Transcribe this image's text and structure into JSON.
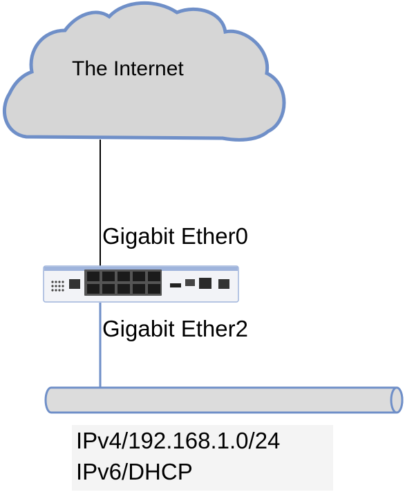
{
  "cloud": {
    "label": "The Internet",
    "fill_color": "#d6d6d6",
    "stroke_color": "#6f8fc8"
  },
  "router": {
    "upstream_port": "Gigabit Ether0",
    "downstream_port": "Gigabit Ether2",
    "body_color": "#f2f3f7",
    "trim_color": "#9fb4dc"
  },
  "network": {
    "ipv4": "IPv4/192.168.1.0/24",
    "ipv6": "IPv6/DHCP",
    "pipe_fill": "#dcdcdc",
    "pipe_stroke": "#6f8fc8"
  },
  "links": {
    "upstream_color": "#000000",
    "downstream_color": "#6f8fc8"
  }
}
